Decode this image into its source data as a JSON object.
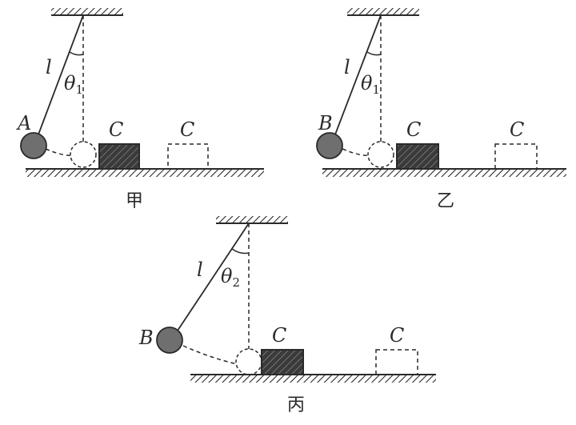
{
  "panels": [
    {
      "caption": "甲",
      "string_label": "l",
      "angle_symbol": "θ",
      "angle_subscript": "1",
      "ball_label": "A",
      "block_label": "C",
      "block_ghost_label": "C"
    },
    {
      "caption": "乙",
      "string_label": "l",
      "angle_symbol": "θ",
      "angle_subscript": "1",
      "ball_label": "B",
      "block_label": "C",
      "block_ghost_label": "C"
    },
    {
      "caption": "丙",
      "string_label": "l",
      "angle_symbol": "θ",
      "angle_subscript": "2",
      "ball_label": "B",
      "block_label": "C",
      "block_ghost_label": "C"
    }
  ],
  "colors": {
    "ink": "#2a2a2a",
    "ball_fill": "#6f6f6f",
    "block_fill": "#3a3a3a"
  }
}
